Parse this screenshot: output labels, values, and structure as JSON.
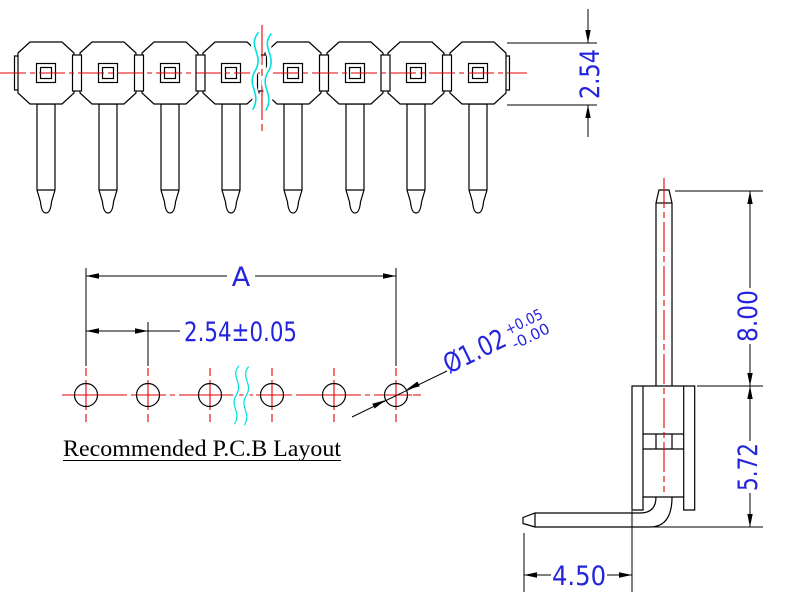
{
  "drawing": {
    "colors": {
      "outline": "#000000",
      "centerline_red": "#e60000",
      "break_line_cyan": "#00e0e0",
      "dimension_text_blue": "#2424dd",
      "background": "#ffffff"
    },
    "top_view": {
      "pin_count": 8,
      "dimensions": {
        "body_row_height": "2.54"
      }
    },
    "pcb_layout": {
      "hole_count": 6,
      "caption": "Recommended P.C.B Layout",
      "dimensions": {
        "overall_span": "A",
        "hole_pitch": "2.54±0.05",
        "hole_diameter": "Ø1.02",
        "hole_diameter_tol_upper": "+0.05",
        "hole_diameter_tol_lower": "-0.00"
      }
    },
    "side_view": {
      "dimensions": {
        "pin_length": "8.00",
        "body_and_tail_height": "5.72",
        "tail_length": "4.50"
      }
    }
  }
}
